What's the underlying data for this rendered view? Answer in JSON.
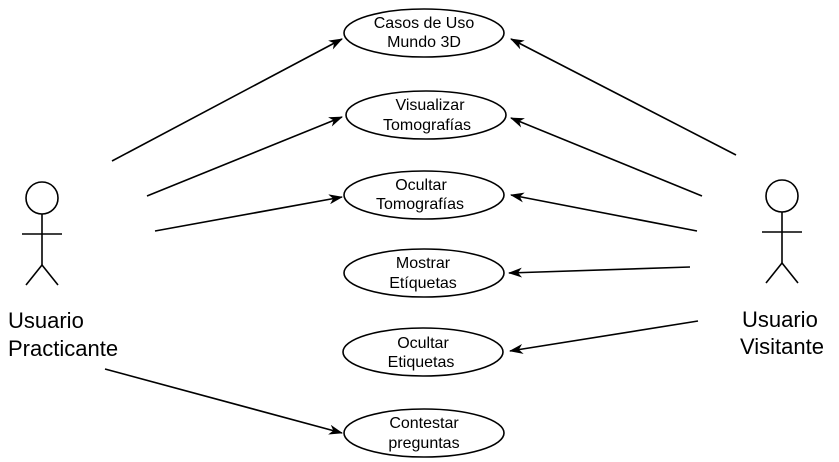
{
  "actors": {
    "practicante": {
      "line1": "Usuario",
      "line2": "Practicante"
    },
    "visitante": {
      "line1": "Usuario",
      "line2": "Visitante"
    }
  },
  "use_cases": [
    {
      "line1": "Casos de Uso",
      "line2": "Mundo 3D"
    },
    {
      "line1": "Visualizar",
      "line2": "Tomografías"
    },
    {
      "line1": "Ocultar",
      "line2": "Tomografías"
    },
    {
      "line1": "Mostrar",
      "line2": "Etíquetas"
    },
    {
      "line1": "Ocultar",
      "line2": "Etiquetas"
    },
    {
      "line1": "Contestar",
      "line2": "preguntas"
    }
  ]
}
